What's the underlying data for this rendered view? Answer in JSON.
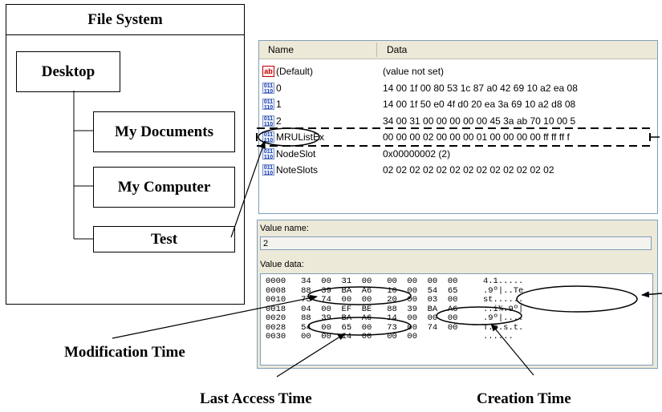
{
  "file_system": {
    "title": "File System",
    "nodes": {
      "desktop": "Desktop",
      "my_documents": "My Documents",
      "my_computer": "My Computer",
      "test": "Test"
    }
  },
  "registry": {
    "columns": {
      "name": "Name",
      "data": "Data"
    },
    "rows": [
      {
        "icon": "ab",
        "name": "(Default)",
        "data": "(value not set)"
      },
      {
        "icon": "bin",
        "name": "0",
        "data": "14 00 1f 00 80 53 1c 87 a0 42 69 10 a2 ea 08"
      },
      {
        "icon": "bin",
        "name": "1",
        "data": "14 00 1f 50 e0 4f d0 20 ea 3a 69 10 a2 d8 08"
      },
      {
        "icon": "bin",
        "name": "2",
        "data": "34 00 31 00 00 00 00 00 45 3a ab 70 10 00 5"
      },
      {
        "icon": "bin",
        "name": "MRUListEx",
        "data": "00 00 00 02 00 00 00 01 00 00 00 00 ff ff ff f"
      },
      {
        "icon": "bin",
        "name": "NodeSlot",
        "data": "0x00000002 (2)"
      },
      {
        "icon": "bin",
        "name": "NoteSlots",
        "data": "02 02 02 02 02 02 02 02 02 02 02 02 02"
      }
    ],
    "icon_glyphs": {
      "ab": "ab",
      "bin": "011\n110"
    }
  },
  "value_editor": {
    "value_name_label": "Value name:",
    "value_name": "2",
    "value_data_label": "Value data:",
    "hex_lines": [
      "0000   34  00  31  00   00  00  00  00     4.1.....",
      "0008   88  39  BA  A6   10  00  54  65     .9º|..Te",
      "0010   73  74  00  00   20  00  03  00     st......",
      "0018   04  00  EF  BE   88  39  BA  A6     ..i¾.9º|",
      "0020   88  39  BA  A6   14  00  00  00     .9º|....",
      "0028   54  00  65  00   73  00  74  00     T.e.s.t.",
      "0030   00  00  14  00   00  00             ......"
    ]
  },
  "captions": {
    "modification": "Modification Time",
    "last_access": "Last Access Time",
    "creation": "Creation Time"
  }
}
